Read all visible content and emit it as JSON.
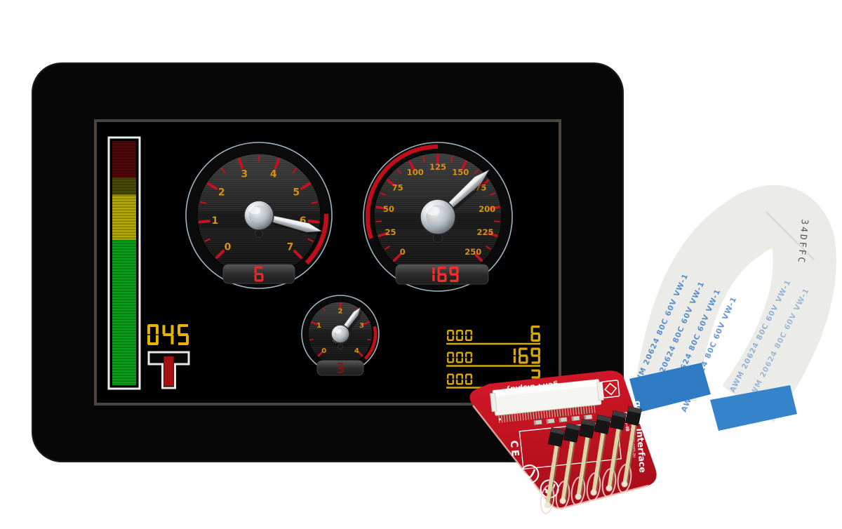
{
  "scene": {
    "background": "#ffffff"
  },
  "module": {
    "bezel_color": "#070707",
    "frame_color": "#49443d"
  },
  "screen": {
    "bar_graph": {
      "border_color": "#ececec",
      "segments": [
        {
          "color": "#4e0808",
          "pct": 15
        },
        {
          "color": "#4a4a08",
          "pct": 7
        },
        {
          "color": "#b3a706",
          "pct": 18.5
        },
        {
          "color": "#0c9e1b",
          "pct": 59.5
        }
      ]
    },
    "level_readout": {
      "value": "045",
      "color": "#e6b400"
    },
    "t_indicator": {
      "outline": "#e8e8e8",
      "fill": "#a31212"
    },
    "gauge_style": {
      "label_color": "#d49114",
      "tick_color": "#c81020",
      "redline_color": "#c00e1c",
      "rim_color": "#9fb4c2"
    },
    "gauges": [
      {
        "id": "tach",
        "min": 0,
        "max": 7,
        "step": 1,
        "minor": 0.5,
        "labels": [
          "0",
          "1",
          "2",
          "3",
          "4",
          "5",
          "6",
          "7"
        ],
        "value": 6.2,
        "lcd_value": "6",
        "lcd_color": "#e82828",
        "red_from": 5.8,
        "red_to": 7
      },
      {
        "id": "speedo",
        "min": 0,
        "max": 250,
        "step": 25,
        "minor": 12.5,
        "labels": [
          "0",
          "25",
          "50",
          "75",
          "100",
          "125",
          "150",
          "175",
          "200",
          "225",
          "250"
        ],
        "value": 169,
        "lcd_value": "169",
        "lcd_color": "#ff2c2c",
        "red_from": 25,
        "red_to": 125
      },
      {
        "id": "aux",
        "min": 0,
        "max": 4,
        "step": 1,
        "minor": 0.5,
        "labels": [
          "0",
          "1",
          "2",
          "3",
          "4"
        ],
        "value": 2.55,
        "lcd_value": "3",
        "lcd_color": "#8a1414",
        "red_from": 3.15,
        "red_to": 4
      }
    ],
    "readout_color": "#d9a805",
    "readout_rows": [
      {
        "left": "000",
        "right": "6"
      },
      {
        "left": "000",
        "right": "169"
      },
      {
        "left": "000",
        "right": "3"
      }
    ]
  },
  "cable": {
    "marking": "AWM 20624 80C 60V VW-1",
    "fold_marking": "34DFFC",
    "body_color": "#f0efed",
    "stiffener_color": "#2f7cc4",
    "text_color": "#4a86c8"
  },
  "board": {
    "silkscreen_top": "gen4 display",
    "silkscreen_side": "gen4 interface",
    "model": "gen4-IB",
    "url": "www.4dsystems.com.au",
    "ce": "CE",
    "board_color": "#c31522"
  }
}
